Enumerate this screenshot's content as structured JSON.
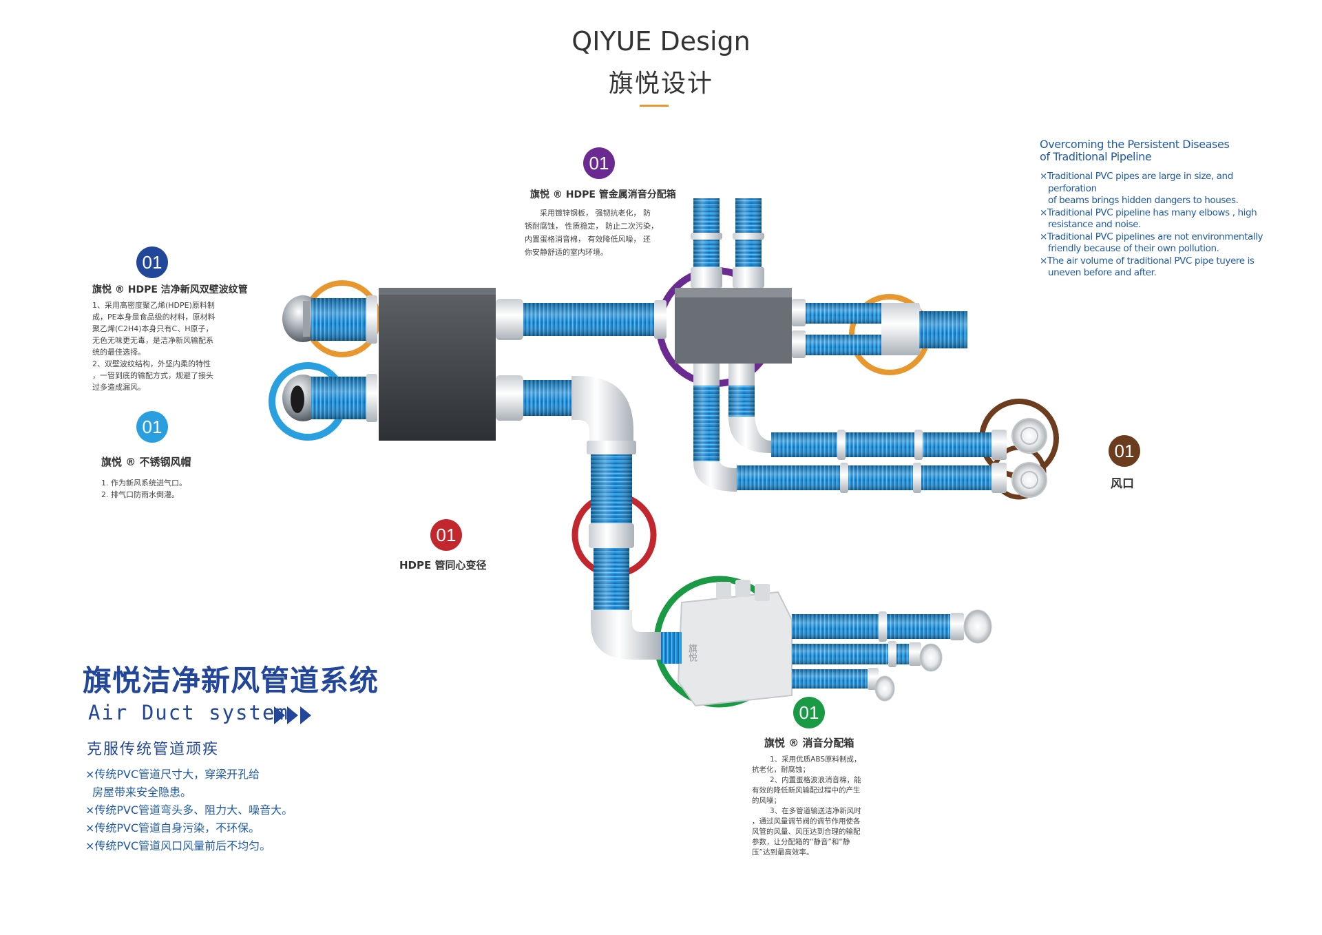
{
  "header": {
    "title_en": "QIYUE Design",
    "title_cn": "旗悦设计"
  },
  "colors": {
    "accent_orange": "#e8962e",
    "pipe_blue": "#1e8fd6",
    "navy": "#21469a",
    "purple": "#6b2a91",
    "red": "#c1272d",
    "green": "#1a9a45",
    "brown": "#6b3d1e",
    "sky": "#2a9fe0"
  },
  "callouts": {
    "hdpe_pipe": {
      "badge": "01",
      "title": "旗悦 ® HDPE 洁净新风双壁波纹管",
      "lines": [
        "1、采用高密度聚乙烯(HDPE)原料制",
        "成，PE本身是食品级的材料，原材料",
        "聚乙烯(C2H4)本身只有C、H原子，",
        "无色无味更无毒，是洁净新风输配系",
        "统的最佳选择。",
        "2、双壁波纹结构，外坚内柔的特性",
        "，一管到底的输配方式，规避了接头",
        "过多造成漏风。"
      ]
    },
    "steel_cap": {
      "badge": "01",
      "title": "旗悦 ® 不锈钢风帽",
      "lines": [
        "1. 作为新风系统进气口。",
        "2. 排气口防雨水倒灌。"
      ]
    },
    "metal_box": {
      "badge": "01",
      "title": "旗悦 ® HDPE 管金属消音分配箱",
      "lines": [
        "采用镀锌钢板， 强韧抗老化， 防",
        "锈耐腐蚀， 性质稳定， 防止二次污染，",
        "内置蛋格消音棉， 有效降低风噪， 还",
        "你安静舒适的室内环境。"
      ]
    },
    "reducer": {
      "badge": "01",
      "title": "HDPE 管同心变径"
    },
    "vent": {
      "badge": "01",
      "title": "风口"
    },
    "abs_box": {
      "badge": "01",
      "title": "旗悦 ® 消音分配箱",
      "lines": [
        "1、采用优质ABS原料制成，",
        "抗老化，耐腐蚀；",
        "2、内置蛋格波浪消音棉，能",
        "有效的降低新风输配过程中的产生",
        "的风噪；",
        "3、在多管道输送洁净新风时",
        "，通过风量调节阀的调节作用使各",
        "风管的风量、风压达到合理的输配",
        "参数，让分配箱的“静音”和“静",
        "压”达到最高效率。"
      ]
    }
  },
  "english_panel": {
    "heading": [
      "Overcoming the Persistent Diseases",
      "of Traditional Pipeline"
    ],
    "items": [
      [
        "×Traditional PVC pipes are large in size, and perforation",
        "of beams brings hidden dangers to houses."
      ],
      [
        "×Traditional PVC pipeline has many elbows , high",
        "resistance and noise."
      ],
      [
        "×Traditional PVC pipelines are not environmentally",
        "friendly because of their own pollution."
      ],
      [
        "×The air volume of traditional PVC pipe tuyere is",
        "uneven before and after."
      ]
    ]
  },
  "system": {
    "title": "旗悦洁净新风管道系统",
    "subtitle_en": "Air Duct system",
    "tagline": "克服传统管道顽疾",
    "items": [
      "×传统PVC管道尺寸大，穿梁开孔给",
      " 房屋带来安全隐患。",
      "×传统PVC管道弯头多、阻力大、噪音大。",
      "×传统PVC管道自身污染，不环保。",
      "×传统PVC管道风口风量前后不均匀。"
    ]
  },
  "box_label": "旗悦"
}
